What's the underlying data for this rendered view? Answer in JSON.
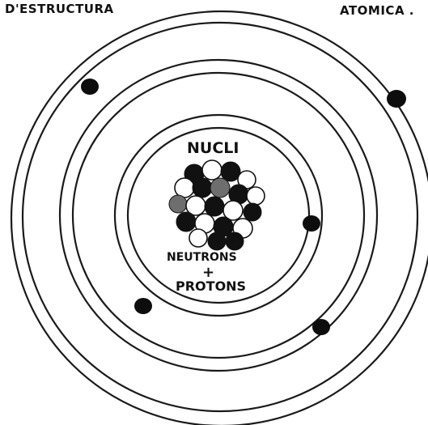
{
  "title": {
    "left": "D'ESTRUCTURA",
    "right": "ATOMICA ."
  },
  "nucleus": {
    "label": "NUCLI",
    "composition_line1": "NEUTRONS",
    "composition_plus": "+",
    "composition_line2": "PROTONS"
  },
  "orbits_count": 6,
  "electrons_count": 5,
  "colors": {
    "ink": "#111111",
    "paper": "#ffffff"
  }
}
